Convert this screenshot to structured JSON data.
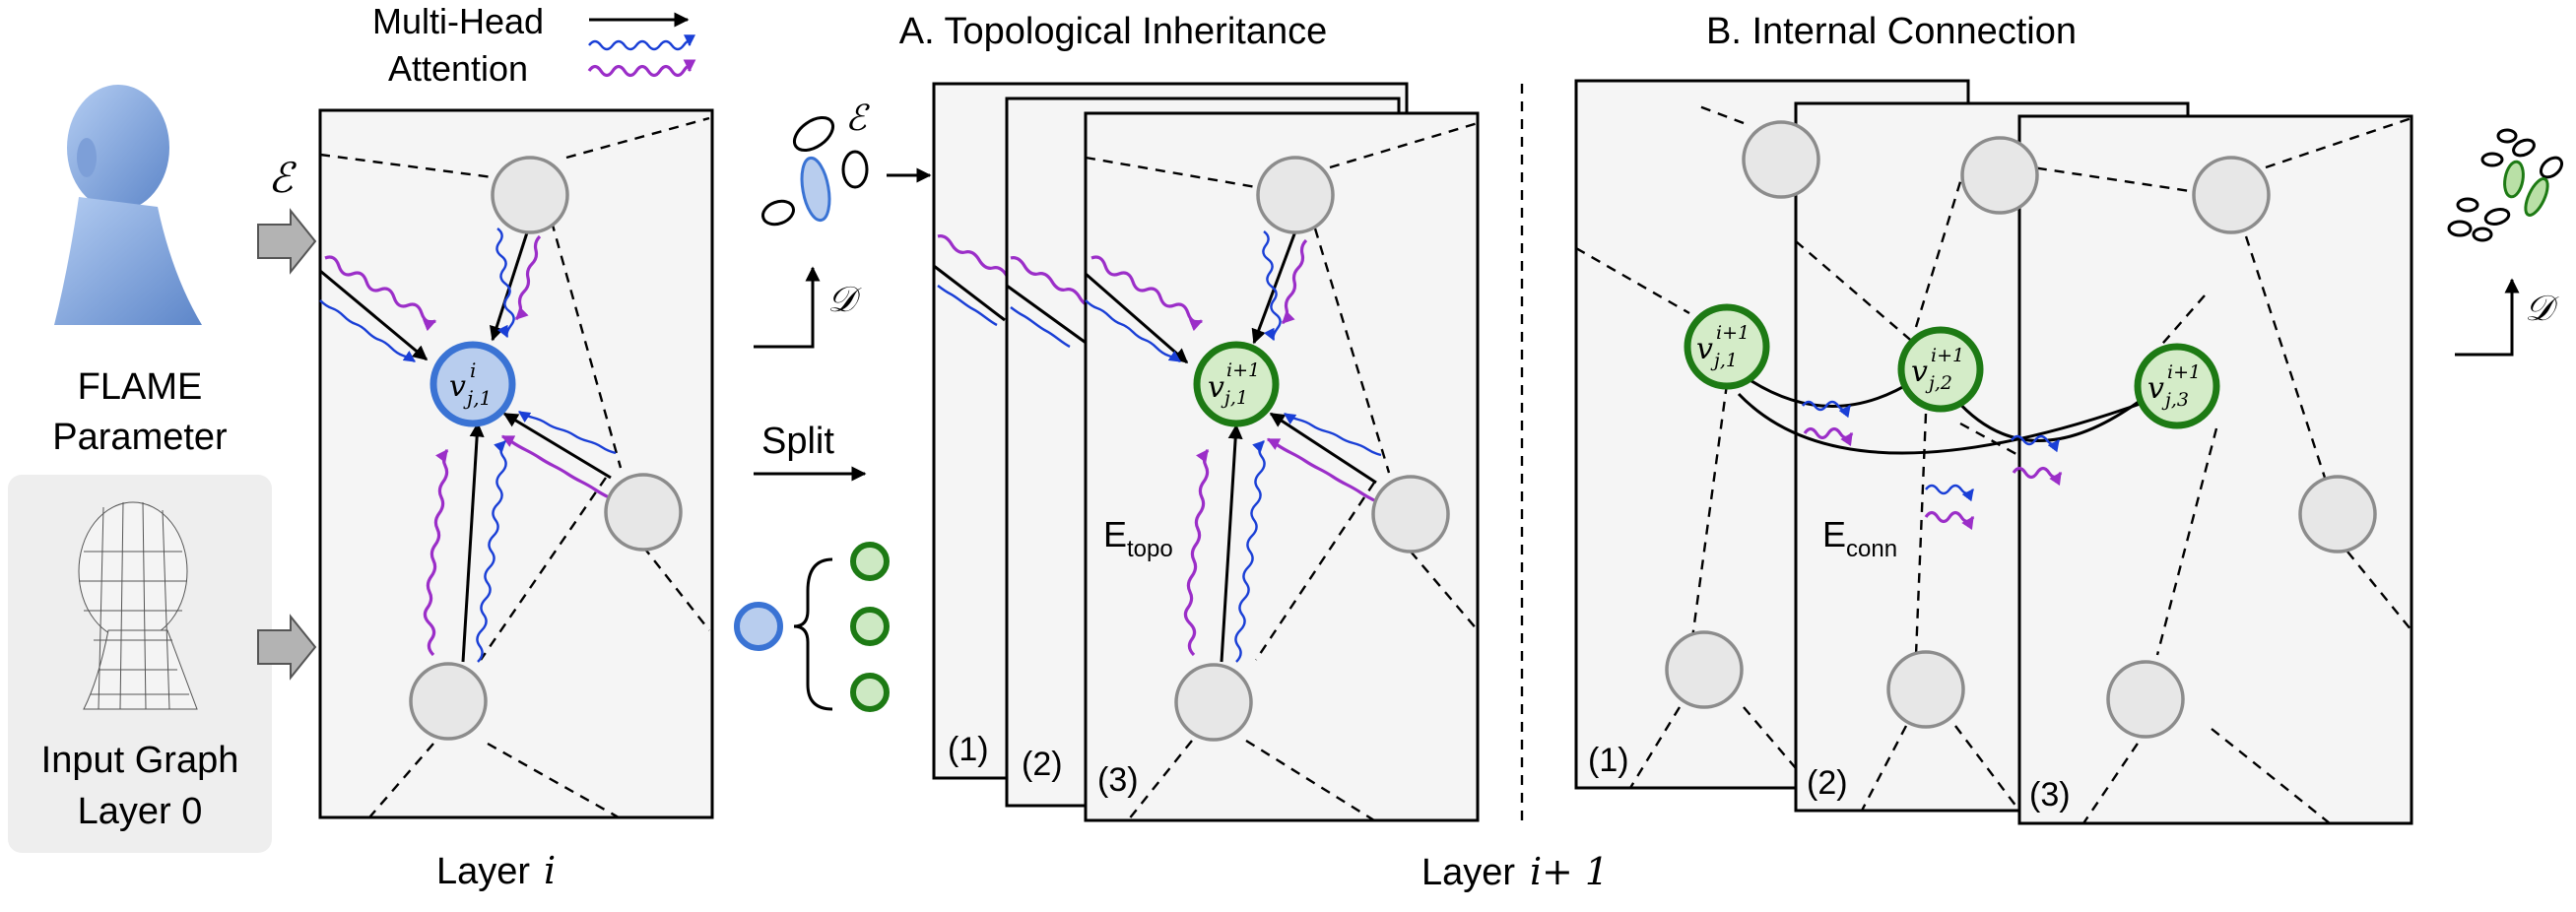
{
  "legend": {
    "line1": "Multi-Head",
    "line2": "Attention"
  },
  "left": {
    "flame_label_line1": "FLAME",
    "flame_label_line2": "Parameter",
    "graph_label_line1": "Input Graph",
    "graph_label_line2": "Layer 0",
    "encoder_symbol": "ℰ"
  },
  "layer_i": {
    "caption_text": "Layer ",
    "caption_var": "i",
    "node_label": "v",
    "node_sup": "i",
    "node_sub": "j,1"
  },
  "middle": {
    "split_label": "Split",
    "encoder_symbol": "ℰ",
    "decoder_symbol": "𝒟"
  },
  "section_a": {
    "title": "A.  Topological Inheritance",
    "copies": [
      "(1)",
      "(2)",
      "(3)"
    ],
    "node_label": "v",
    "node_sup": "i+1",
    "node_sub": "j,1",
    "edge_label_main": "E",
    "edge_label_sub": "topo"
  },
  "section_b": {
    "title": "B.  Internal Connection",
    "copies": [
      "(1)",
      "(2)",
      "(3)"
    ],
    "node_label": "v",
    "node_sup": "i+1",
    "node_subs": [
      "j,1",
      "j,2",
      "j,3"
    ],
    "edge_label_main": "E",
    "edge_label_sub": "conn",
    "decoder_symbol": "𝒟"
  },
  "bottom": {
    "caption_text": "Layer ",
    "caption_var": "i",
    "caption_suffix": " + 1"
  },
  "colors": {
    "blue_attention": "#1a3fd6",
    "purple_attention": "#9b2ec8",
    "green_node": "#1d7a14",
    "blue_node": "#3a73d4",
    "panel_fill": "#f5f5f5",
    "head_fill": "#8fb2e6"
  }
}
